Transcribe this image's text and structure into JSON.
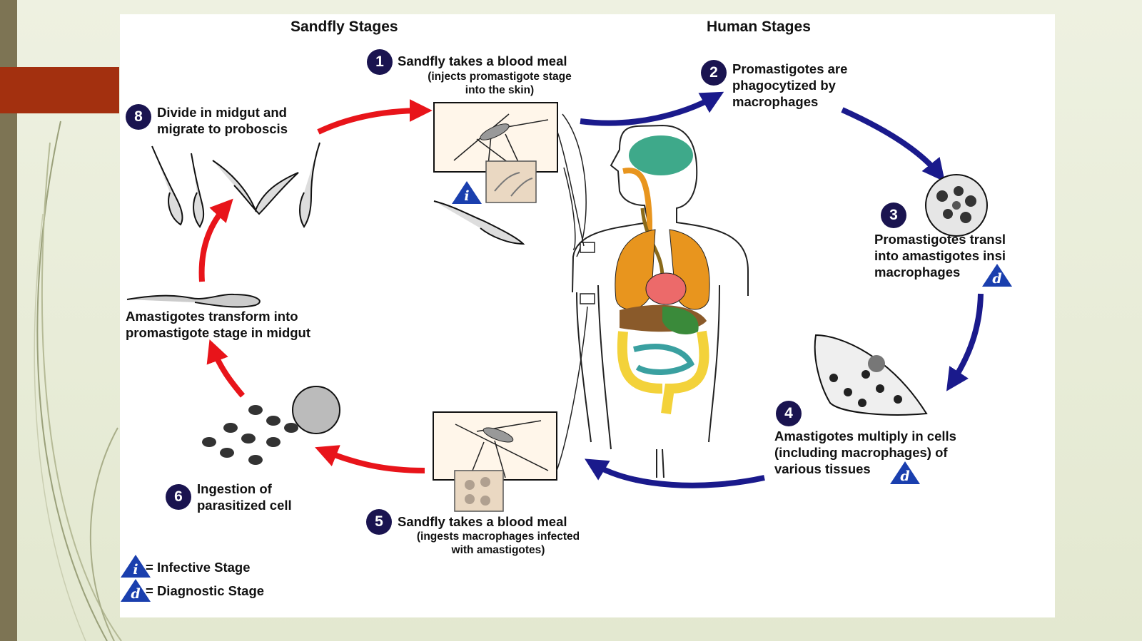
{
  "headers": {
    "sandfly": "Sandfly Stages",
    "human": "Human Stages"
  },
  "steps": [
    {
      "num": "1",
      "title": "Sandfly takes a blood meal",
      "sub1": "(injects promastigote stage",
      "sub2": "into the skin)"
    },
    {
      "num": "2",
      "l1": "Promastigotes are",
      "l2": "phagocytized by",
      "l3": "macrophages"
    },
    {
      "num": "3",
      "l1": "Promastigotes transl",
      "l2": "into amastigotes insi",
      "l3": "macrophages"
    },
    {
      "num": "4",
      "l1": "Amastigotes multiply in cells",
      "l2": "(including macrophages) of",
      "l3": "various tissues"
    },
    {
      "num": "5",
      "title": "Sandfly takes a blood meal",
      "sub1": "(ingests macrophages infected",
      "sub2": "with amastigotes)"
    },
    {
      "num": "6",
      "l1": "Ingestion of",
      "l2": "parasitized cell"
    },
    {
      "l1": "Amastigotes transform into",
      "l2": "promastigote stage in midgut"
    },
    {
      "num": "8",
      "l1": "Divide in midgut and",
      "l2": "migrate to proboscis"
    }
  ],
  "legend": {
    "infective_symbol": "i",
    "infective_text": "= Infective Stage",
    "diagnostic_symbol": "d",
    "diagnostic_text": "= Diagnostic Stage"
  },
  "colors": {
    "human_arrow": "#1a1a8c",
    "sandfly_arrow": "#e8141a",
    "badge": "#1a1450",
    "accent_band": "#a3300f",
    "left_bar": "#7d7454"
  }
}
